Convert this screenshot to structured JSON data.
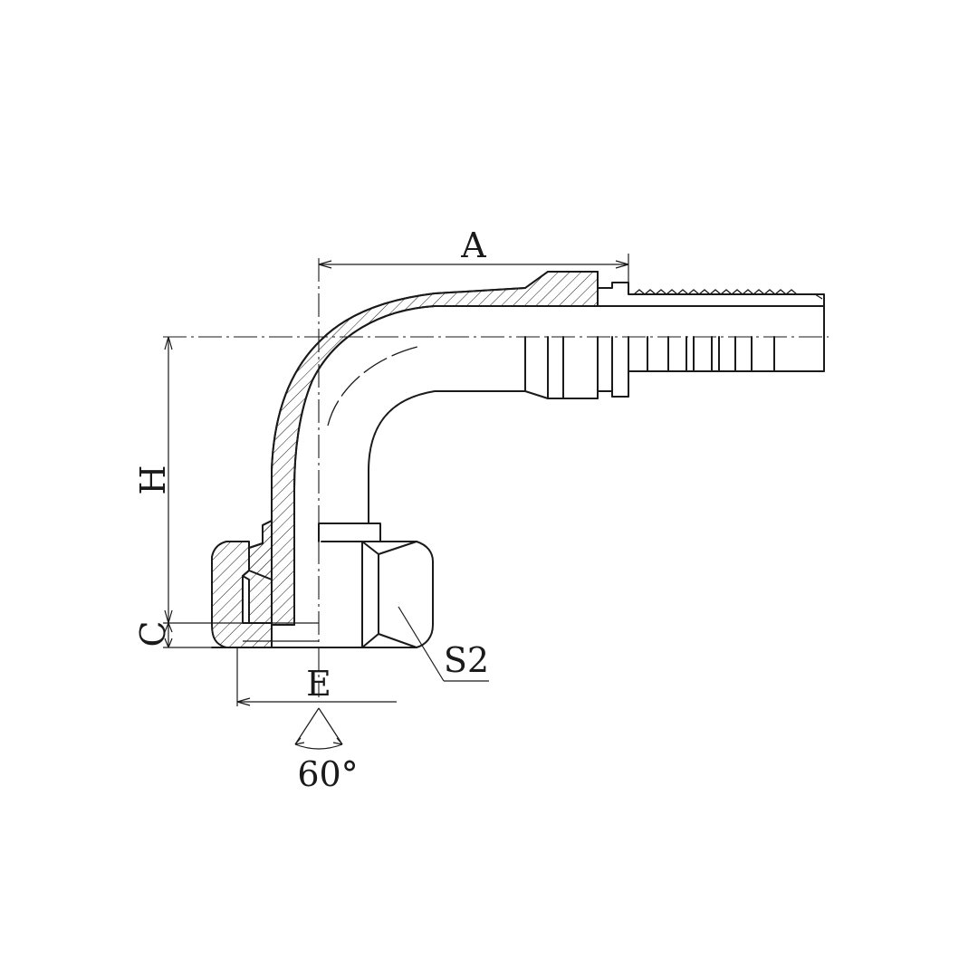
{
  "labels": {
    "a": "A",
    "h": "H",
    "c": "C",
    "e": "E",
    "s2": "S2",
    "angle": "60°"
  },
  "colors": {
    "line": "#1a1a1a",
    "background": "#ffffff"
  }
}
